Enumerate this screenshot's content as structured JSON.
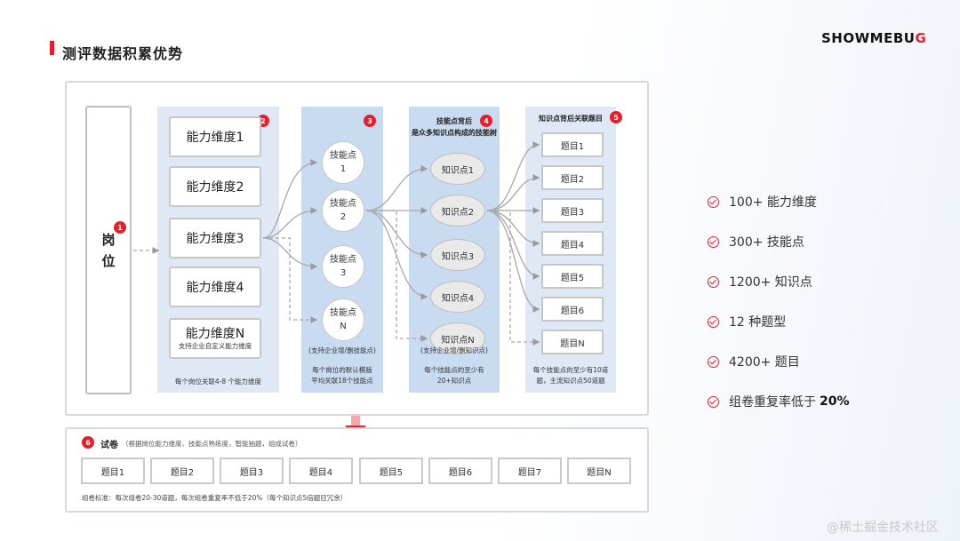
{
  "header": {
    "title": "测评数据积累优势",
    "logo_main": "SHOWMEBU",
    "logo_accent": "G"
  },
  "diagram": {
    "position": {
      "line1": "岗",
      "line2": "位",
      "badge": "1"
    },
    "abilities": {
      "badge": "2",
      "items": [
        "能力维度1",
        "能力维度2",
        "能力维度3",
        "能力维度4",
        "能力维度N"
      ],
      "custom_note": "支持企业自定义能力维度",
      "footer": "每个岗位关联4-8 个能力维度"
    },
    "skills": {
      "badge": "3",
      "items": [
        {
          "l1": "技能点",
          "l2": "1"
        },
        {
          "l1": "技能点",
          "l2": "2"
        },
        {
          "l1": "技能点",
          "l2": "3"
        },
        {
          "l1": "技能点",
          "l2": "N"
        }
      ],
      "support_note": "(支持企业增/删技能点)",
      "footer_line1": "每个岗位的默认模版",
      "footer_line2": "平均关联18个技能点"
    },
    "knowledge": {
      "badge": "4",
      "head_line1": "技能点背后",
      "head_line2": "是众多知识点构成的技能树",
      "items": [
        "知识点1",
        "知识点2",
        "知识点3",
        "知识点4",
        "知识点N"
      ],
      "support_note": "(支持企业增/删知识点)",
      "footer_line1": "每个技能点的至少有",
      "footer_line2": "20+知识点"
    },
    "questions": {
      "badge": "5",
      "head": "知识点背后关联题目",
      "items": [
        "题目1",
        "题目2",
        "题目3",
        "题目4",
        "题目5",
        "题目6",
        "题目N"
      ],
      "footer_line1": "每个技能点的至少有10道",
      "footer_line2": "题，主流知识点50道题"
    }
  },
  "paper": {
    "badge": "6",
    "label": "试卷",
    "description": "（根据岗位能力维度、技能点熟练度，智能抽题，组成试卷）",
    "items": [
      "题目1",
      "题目2",
      "题目3",
      "题目4",
      "题目5",
      "题目6",
      "题目7",
      "题目N"
    ],
    "footer": "组卷标准：每次组卷20-30道题，每次组卷重复率不低于20%（每个知识点5倍题目冗余）"
  },
  "stats": [
    {
      "text": "100+ 能力维度",
      "bold": ""
    },
    {
      "text": "300+ 技能点",
      "bold": ""
    },
    {
      "text": "1200+ 知识点",
      "bold": ""
    },
    {
      "text": "12 种题型",
      "bold": ""
    },
    {
      "text": "4200+ 题目",
      "bold": ""
    },
    {
      "text": "组卷重复率低于",
      "bold": "20%"
    }
  ],
  "watermark": "@稀土掘金技术社区",
  "colors": {
    "accent": "#e6202a",
    "column_bg": "#dfe9f6",
    "column_bg_dark": "#c9dbf0",
    "border": "#c7c7c7"
  }
}
